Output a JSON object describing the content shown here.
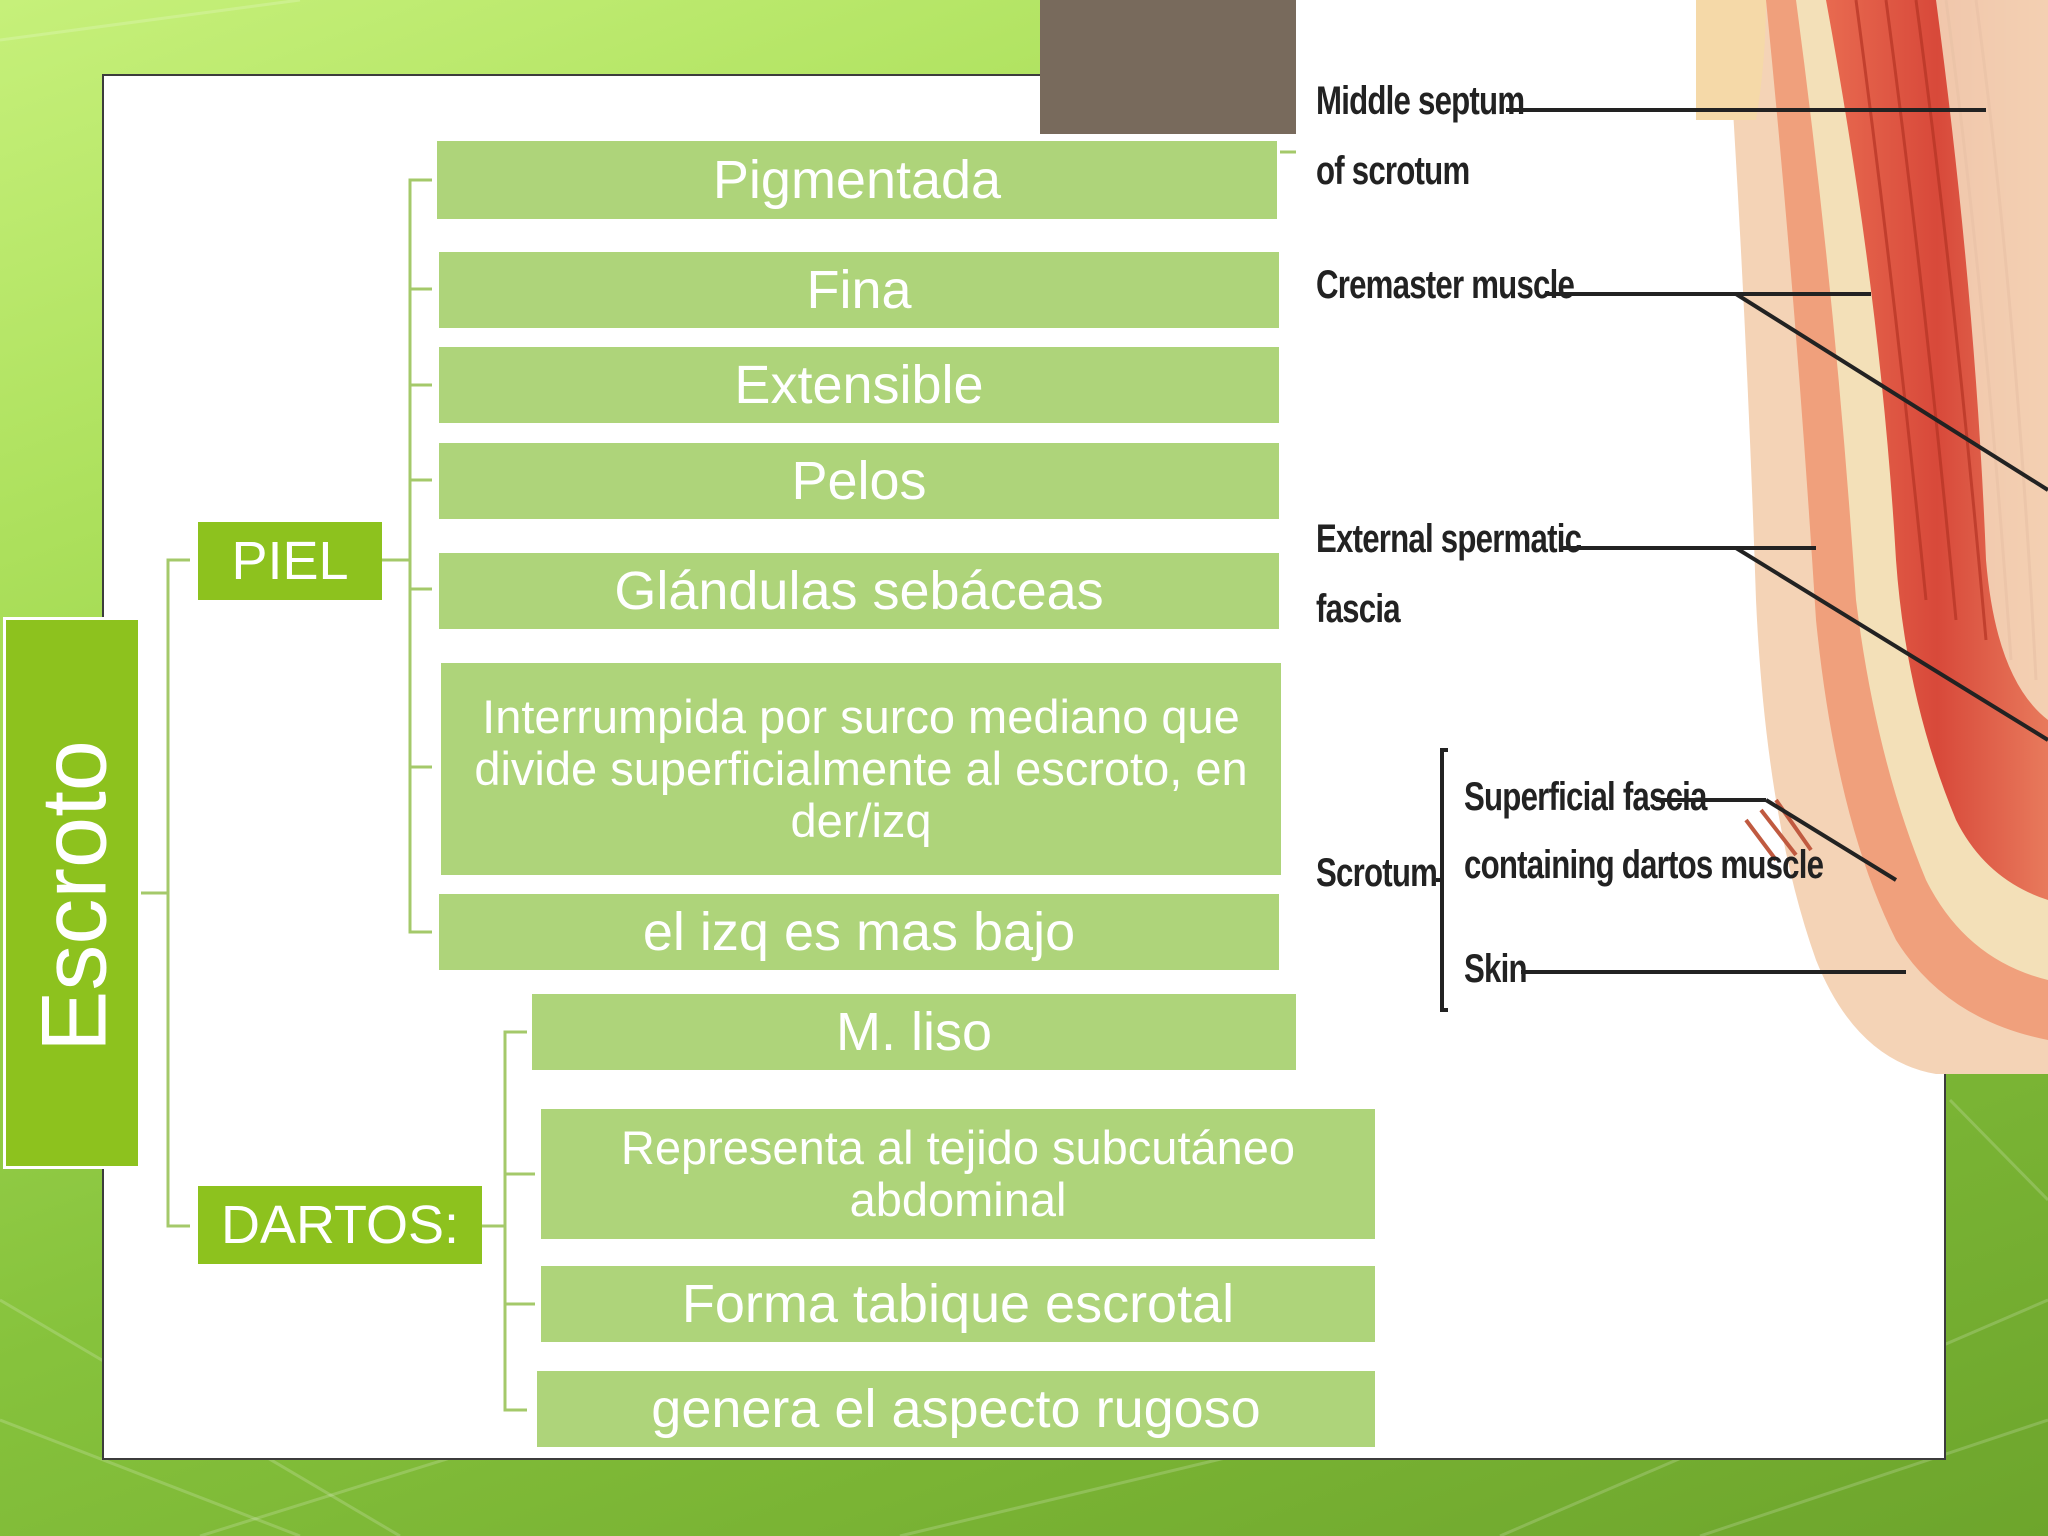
{
  "root": {
    "label": "Escroto"
  },
  "categories": [
    {
      "label": "PIEL",
      "items": [
        "Pigmentada",
        "Fina",
        "Extensible",
        "Pelos",
        "Glándulas sebáceas",
        "Interrumpida por surco mediano que divide superficialmente al escroto, en der/izq",
        "el izq es mas bajo"
      ]
    },
    {
      "label": "DARTOS:",
      "items": [
        "M. liso",
        "Representa  al tejido subcutáneo abdominal",
        "Forma tabique escrotal",
        "genera el aspecto rugoso"
      ]
    }
  ],
  "anatomy": {
    "middle_septum": "Middle septum",
    "of_scrotum": "of scrotum",
    "cremaster": "Cremaster muscle",
    "external_spermatic": "External spermatic",
    "fascia": "fascia",
    "scrotum": "Scrotum",
    "superficial_fascia": "Superficial fascia",
    "containing_dartos": "containing dartos muscle",
    "skin": "Skin"
  },
  "colors": {
    "box_fill": "#aed47a",
    "category_fill": "#8dc21e",
    "background": "#8dc240"
  }
}
